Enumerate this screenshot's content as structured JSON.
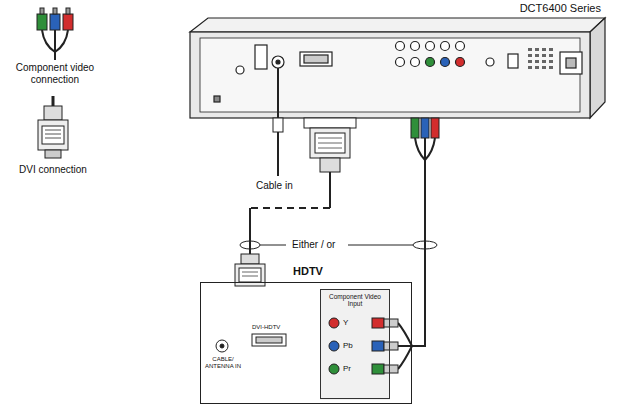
{
  "diagram": {
    "nodes": [
      {
        "text": [
          "DCT6400 Series"
        ]
      },
      {
        "text": [
          "HDTV"
        ]
      },
      {
        "text": [
          "Component Video Input"
        ],
        "in": 1
      }
    ],
    "edges": [
      {
        "from": 0,
        "to": 1,
        "arrow": "none"
      },
      {
        "from": 0,
        "to": 2,
        "arrow": "none"
      }
    ],
    "labels": [
      "Component video connection",
      "DVI connection",
      "Cable in",
      "Either / or",
      "Y",
      "Pb",
      "Pr",
      "CABLE/ ANTENNA IN",
      "DVI-HDTV"
    ]
  }
}
